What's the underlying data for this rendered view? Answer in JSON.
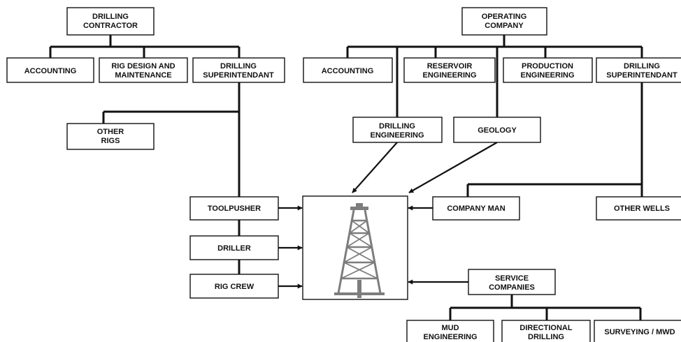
{
  "contractor": {
    "title": [
      "DRILLING",
      "CONTRACTOR"
    ],
    "accounting": "ACCOUNTING",
    "rig_design": [
      "RIG DESIGN AND",
      "MAINTENANCE"
    ],
    "superintendant": [
      "DRILLING",
      "SUPERINTENDANT"
    ],
    "other_rigs": [
      "OTHER",
      "RIGS"
    ],
    "toolpusher": "TOOLPUSHER",
    "driller": "DRILLER",
    "rig_crew": "RIG CREW"
  },
  "operator": {
    "title": [
      "OPERATING",
      "COMPANY"
    ],
    "accounting": "ACCOUNTING",
    "reservoir": [
      "RESERVOIR",
      "ENGINEERING"
    ],
    "production": [
      "PRODUCTION",
      "ENGINEERING"
    ],
    "superintendant": [
      "DRILLING",
      "SUPERINTENDANT"
    ],
    "drilling_engineering": [
      "DRILLING",
      "ENGINEERING"
    ],
    "geology": "GEOLOGY",
    "company_man": "COMPANY MAN",
    "other_wells": "OTHER WELLS"
  },
  "services": {
    "title": [
      "SERVICE",
      "COMPANIES"
    ],
    "mud": [
      "MUD",
      "ENGINEERING"
    ],
    "directional": [
      "DIRECTIONAL",
      "DRILLING"
    ],
    "surveying": "SURVEYING / MWD"
  },
  "colors": {
    "line": "#111111",
    "rig": "#7d7d7d"
  }
}
